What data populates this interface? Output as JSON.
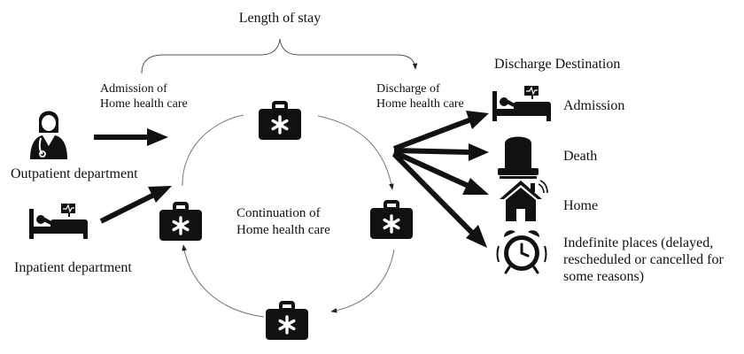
{
  "length_of_stay": "Length of stay",
  "admission_label": [
    "Admission of",
    "Home health care"
  ],
  "discharge_label": [
    "Discharge of",
    "Home health care"
  ],
  "continuation_label": [
    "Continuation of",
    "Home health care"
  ],
  "sources": {
    "outpatient": "Outpatient department",
    "inpatient": "Inpatient department"
  },
  "destinations_title": "Discharge Destination",
  "destinations": {
    "admission": "Admission",
    "death": "Death",
    "home": "Home",
    "indefinite": [
      "Indefinite places (delayed,",
      "rescheduled or cancelled for",
      "some reasons)"
    ]
  },
  "icons": {
    "medkit": "first-aid-kit-icon",
    "doctor": "doctor-icon",
    "hospital_bed": "hospital-bed-icon",
    "tombstone": "tombstone-icon",
    "home": "home-icon",
    "alarm": "alarm-clock-icon"
  }
}
